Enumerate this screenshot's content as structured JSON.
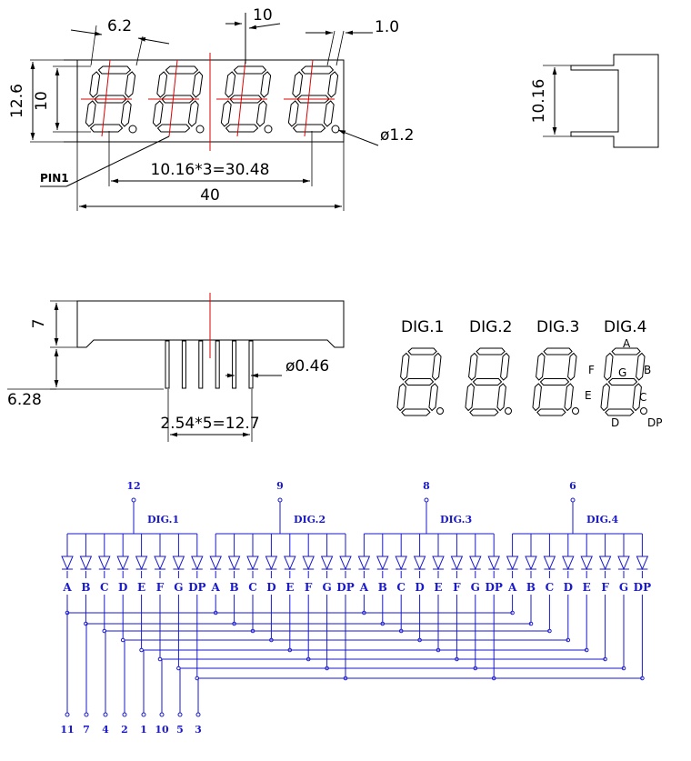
{
  "top_view": {
    "seg_width_label": "6.2",
    "seg_tilt_label": "10",
    "seg_stroke_label": "1.0",
    "height_total_label": "12.6",
    "height_digit_label": "10",
    "dp_dia_label": "ø1.2",
    "pin1_label": "PIN1",
    "pitch_label": "10.16*3=30.48",
    "width_total_label": "40"
  },
  "side_view": {
    "depth_label": "10.16"
  },
  "front_view": {
    "height_label": "7",
    "pin_length_label": "6.28",
    "pin_dia_label": "ø0.46",
    "pin_pitch_label": "2.54*5=12.7"
  },
  "digit_diagram": {
    "digit_labels": [
      "DIG.1",
      "DIG.2",
      "DIG.3",
      "DIG.4"
    ],
    "segment_labels": {
      "a": "A",
      "b": "B",
      "c": "C",
      "d": "D",
      "e": "E",
      "f": "F",
      "g": "G",
      "dp": "DP"
    }
  },
  "schematic": {
    "digits": [
      {
        "label": "DIG.1",
        "pin": "12"
      },
      {
        "label": "DIG.2",
        "pin": "9"
      },
      {
        "label": "DIG.3",
        "pin": "8"
      },
      {
        "label": "DIG.4",
        "pin": "6"
      }
    ],
    "segment_names": [
      "A",
      "B",
      "C",
      "D",
      "E",
      "F",
      "G",
      "DP"
    ],
    "segment_pins": [
      "11",
      "7",
      "4",
      "2",
      "1",
      "10",
      "5",
      "3"
    ],
    "line_color": "#1a1acc",
    "drawing_color": "#000000",
    "centerline_color": "#dd0000"
  }
}
